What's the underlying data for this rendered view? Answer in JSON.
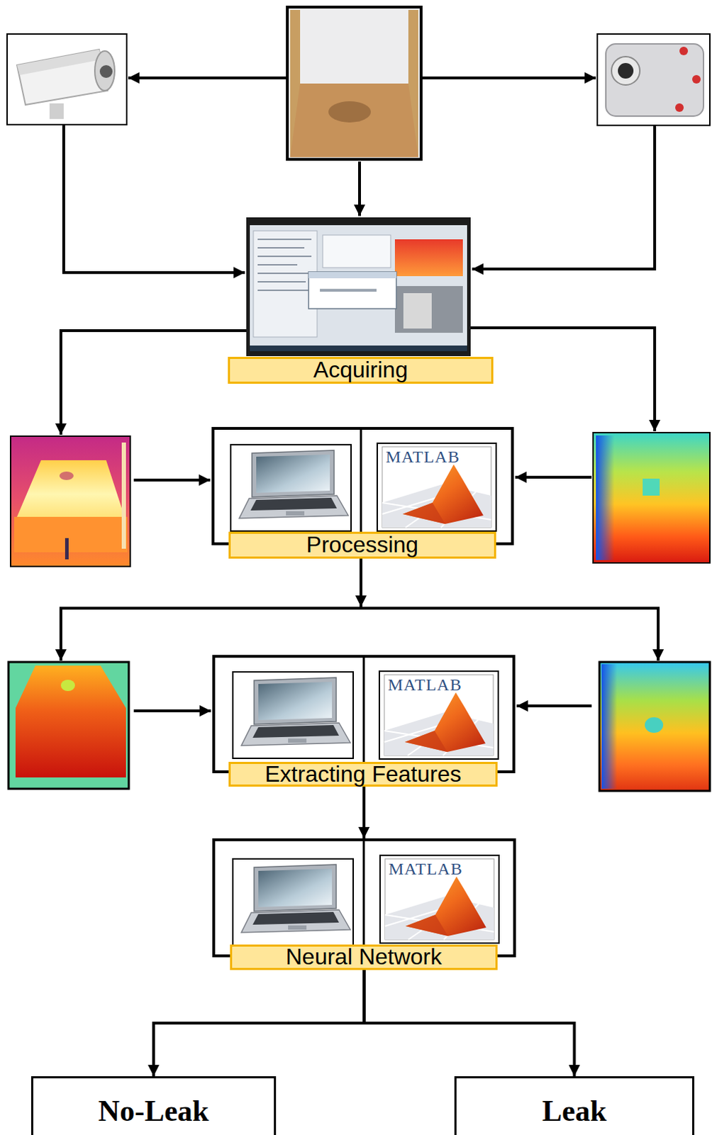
{
  "diagram": {
    "nodes": [
      {
        "text": [
          "Acquiring"
        ]
      },
      {
        "text": [
          "Processing"
        ]
      },
      {
        "text": [
          "Extracting Features"
        ]
      },
      {
        "text": [
          "Neural Network"
        ]
      },
      {
        "text": [
          "No-Leak"
        ]
      },
      {
        "text": [
          "Leak"
        ]
      }
    ],
    "edges": [
      {
        "from": 2,
        "to": 3,
        "arrow": "to"
      },
      {
        "from": 3,
        "to": 4,
        "arrow": "to"
      },
      {
        "from": 3,
        "to": 5,
        "arrow": "to"
      }
    ],
    "labels": [
      "MATLAB",
      "MATLAB",
      "MATLAB"
    ]
  }
}
